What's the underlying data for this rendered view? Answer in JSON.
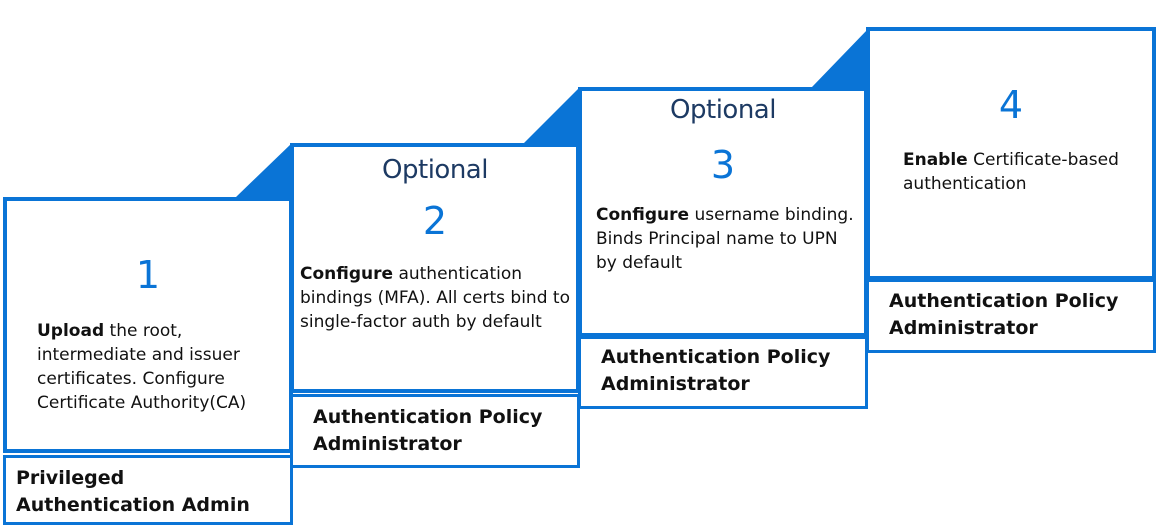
{
  "steps": [
    {
      "optional": "",
      "number": "1",
      "verb": "Upload",
      "text": "the root, intermediate and issuer certificates. Configure Certificate Authority(CA)",
      "role": "Privileged Authentication Admin"
    },
    {
      "optional": "Optional",
      "number": "2",
      "verb": "Configure",
      "text": "authentication bindings (MFA). All certs bind to single-factor auth by default",
      "role": "Authentication Policy Administrator"
    },
    {
      "optional": "Optional",
      "number": "3",
      "verb": "Configure",
      "text": "username binding. Binds Principal name to UPN by default",
      "role": "Authentication Policy Administrator"
    },
    {
      "optional": "",
      "number": "4",
      "verb": "Enable",
      "text": "Certificate-based authentication",
      "role": "Authentication Policy Administrator"
    }
  ],
  "colors": {
    "accent": "#0a74d6",
    "optional_text": "#1d3a63"
  }
}
